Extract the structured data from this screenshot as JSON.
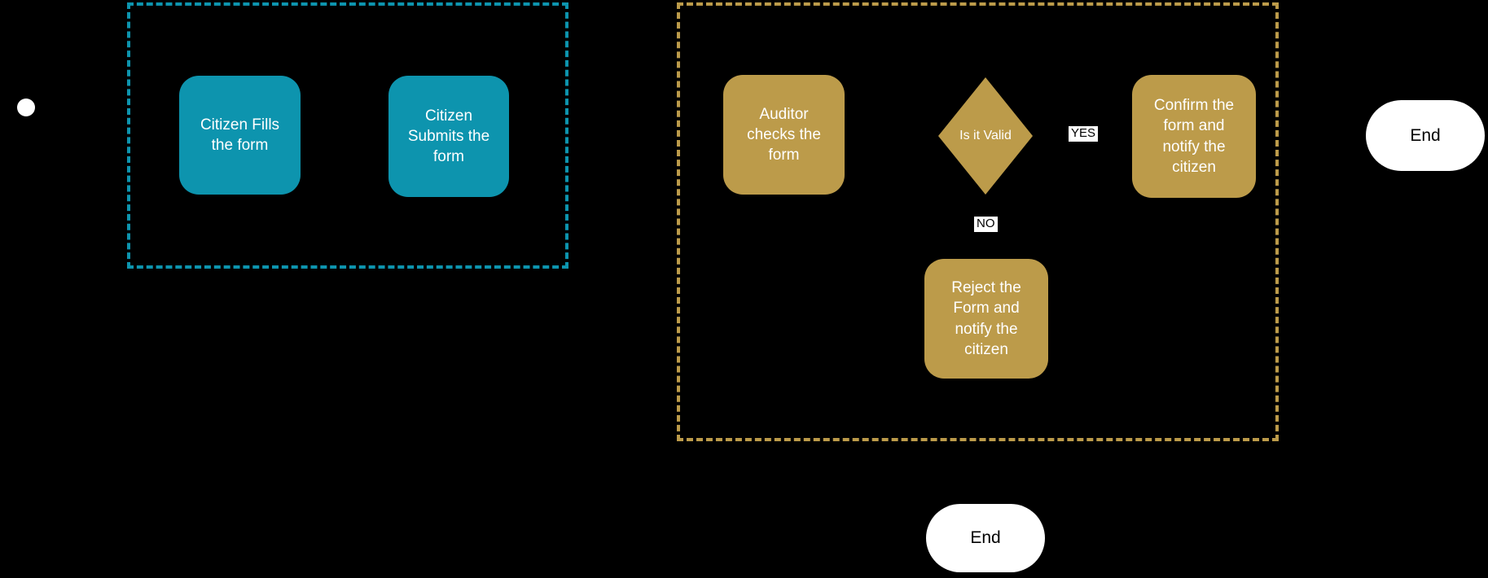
{
  "canvas": {
    "background": "#000000"
  },
  "colors": {
    "citizen_accent": "#0d94ae",
    "auditor_accent": "#bc9b4a",
    "node_text": "#ffffff",
    "start_fill": "#ffffff",
    "terminal_fill": "#ffffff",
    "terminal_text": "#000000",
    "edge_label_bg": "#ffffff",
    "edge_label_text": "#000000"
  },
  "diagram": {
    "nodes": {
      "citizen_fills": "Citizen Fills the form",
      "citizen_submits": "Citizen Submits the form",
      "auditor_checks": "Auditor checks the form",
      "decision": "Is it Valid",
      "confirm": "Confirm the form and notify the citizen",
      "reject": "Reject the Form and notify the citizen",
      "end_right": "End",
      "end_bottom": "End"
    },
    "edge_labels": {
      "yes": "YES",
      "no": "NO"
    }
  }
}
